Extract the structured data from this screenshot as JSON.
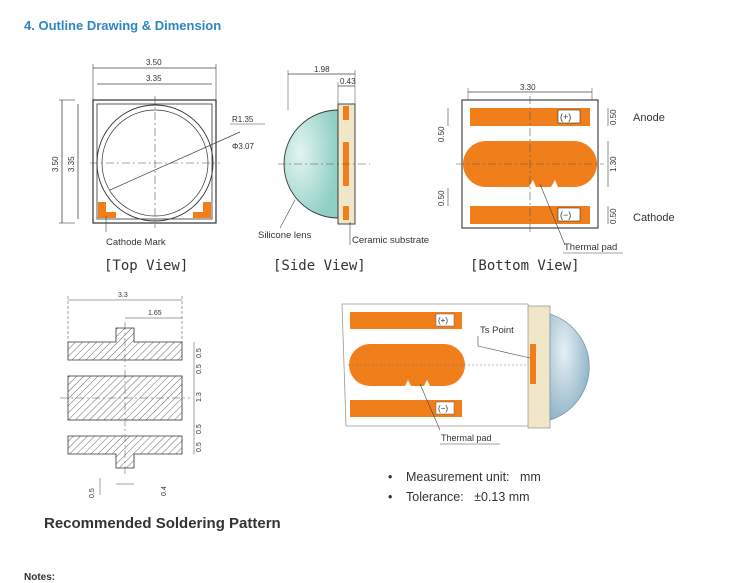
{
  "section_title": "4.  Outline Drawing & Dimension",
  "views": {
    "top": {
      "caption": "[Top View]",
      "dim_outer_width": "3.50",
      "dim_inner_width": "3.35",
      "dim_outer_height": "3.50",
      "dim_inner_height": "3.35",
      "radius": "R1.35",
      "diameter": "Φ3.07",
      "cathode_mark": "Cathode Mark"
    },
    "side": {
      "caption": "[Side View]",
      "dim_total": "1.98",
      "dim_substrate": "0.43",
      "silicone_lens": "Silicone lens",
      "ceramic_substrate": "Ceramic substrate"
    },
    "bottom": {
      "caption": "[Bottom View]",
      "dim_width": "3.30",
      "dim_050_a": "0.50",
      "dim_050_b": "0.50",
      "dim_050_c": "0.50",
      "dim_050_d": "0.50",
      "dim_130": "1.30",
      "plus": "(+)",
      "minus": "(−)",
      "anode": "Anode",
      "cathode": "Cathode",
      "thermal_pad": "Thermal pad"
    }
  },
  "pattern": {
    "dim_width": "3.3",
    "dim_half": "1.65",
    "dim_05_a": "0.5",
    "dim_05_b": "0.5",
    "dim_13": "1.3",
    "dim_05_c": "0.5",
    "dim_05_d": "0.5",
    "dim_05_bottom": "0.5",
    "dim_04": "0.4",
    "title": "Recommended Soldering Pattern"
  },
  "iso": {
    "plus": "(+)",
    "minus": "(−)",
    "ts_point": "Ts Point",
    "thermal_pad": "Thermal pad"
  },
  "specs": [
    {
      "label": "Measurement unit:",
      "value": "mm"
    },
    {
      "label": "Tolerance:",
      "value": "±0.13 mm"
    }
  ],
  "notes_label": "Notes:",
  "colors": {
    "pad": "#F07F1B",
    "accent": "#2E86C1",
    "lens": "#A8DCD3",
    "ceramic": "#F2E6C8"
  }
}
